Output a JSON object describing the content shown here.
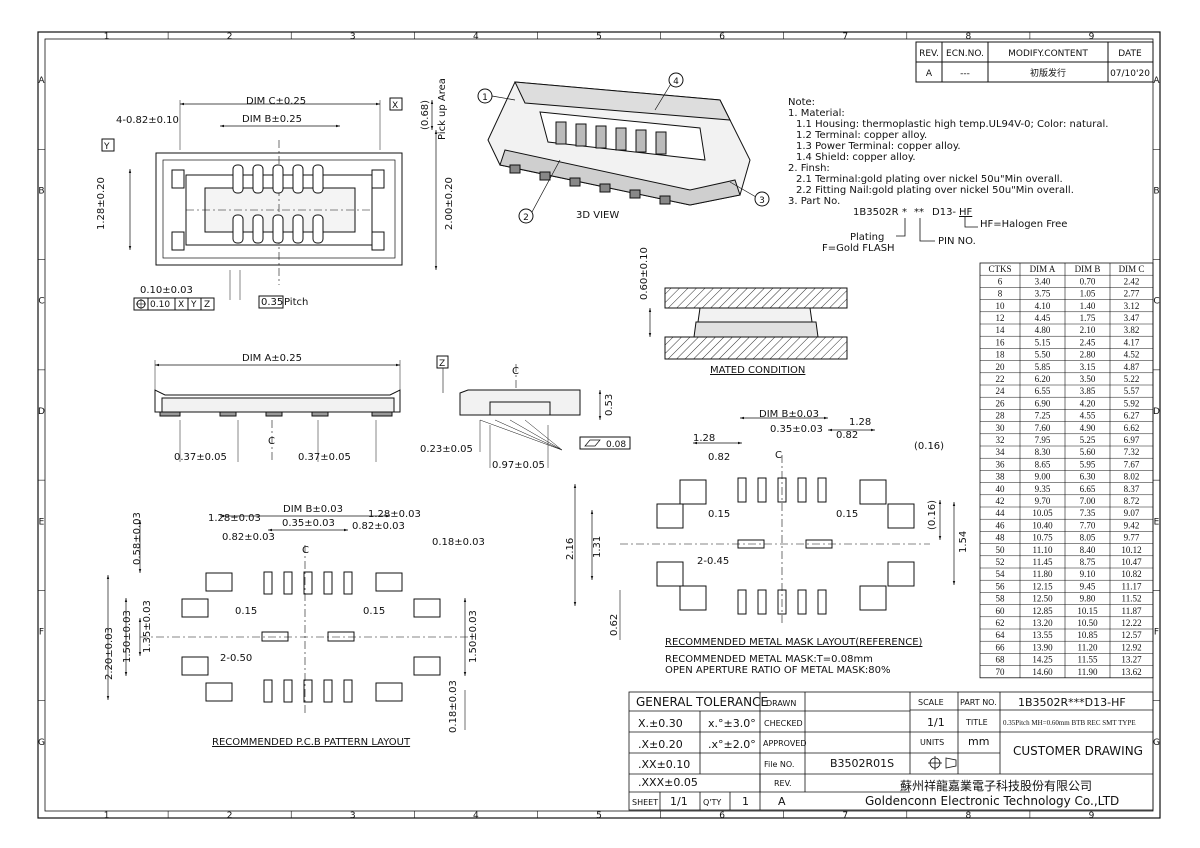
{
  "border": {
    "cols": [
      "1",
      "2",
      "3",
      "4",
      "5",
      "6",
      "7",
      "8",
      "9"
    ],
    "rows": [
      "A",
      "B",
      "C",
      "D",
      "E",
      "F",
      "G"
    ]
  },
  "revision": {
    "headers": [
      "REV.",
      "ECN.NO.",
      "MODIFY.CONTENT",
      "DATE"
    ],
    "row": [
      "A",
      "---",
      "初版发行",
      "07/10'20"
    ]
  },
  "notes": {
    "lines": [
      "Note:",
      "1. Material:",
      "1.1 Housing: thermoplastic high temp.UL94V-0; Color: natural.",
      "1.2 Terminal: copper alloy.",
      "1.3 Power Terminal: copper alloy.",
      "1.4 Shield: copper alloy.",
      "2. Finsh:",
      "2.1 Terminal:gold plating over nickel 50u\"Min overall.",
      "2.2 Fitting Nail:gold plating over nickel 50u\"Min overall.",
      "3. Part No."
    ],
    "part_code": "1B3502R",
    "part_stars1": "*",
    "part_stars2": "**",
    "part_suffix": "D13-",
    "part_hf": "HF",
    "hf_label": "HF=Halogen Free",
    "plating_label": "Plating",
    "plating_value": "F=Gold FLASH",
    "pin_label": "PIN NO."
  },
  "views": {
    "view3d": "3D VIEW",
    "balloons": [
      "1",
      "2",
      "3",
      "4"
    ],
    "mated": "MATED CONDITION",
    "pcb_title": "RECOMMENDED P.C.B PATTERN LAYOUT",
    "mask_title": "RECOMMENDED METAL MASK LAYOUT(REFERENCE)",
    "mask_note1": "RECOMMENDED METAL MASK:T=0.08mm",
    "mask_note2": "OPEN APERTURE RATIO OF METAL MASK:80%",
    "pickup": "Pick up Area"
  },
  "dims": {
    "top": {
      "dim_c": "DIM C±0.25",
      "dim_b": "DIM B±0.25",
      "pitch_off": "4-0.82±0.10",
      "h128": "1.28±0.20",
      "h200": "2.00±0.20",
      "p068": "(0.68)",
      "w010": "0.10±0.03",
      "pitch": "0.35",
      "pitch_label": "Pitch",
      "datum_x": "X",
      "datum_y": "Y",
      "gtol": [
        "0.10",
        "X",
        "Y",
        "Z"
      ]
    },
    "side": {
      "dim_a": "DIM A±0.25",
      "l037": "0.37±0.05",
      "r037": "0.37±0.05",
      "datum_z": "Z",
      "h053": "0.53",
      "d023": "0.23±0.05",
      "d097": "0.97±0.05",
      "flat": "0.08",
      "cl": "C"
    },
    "mated_h": "0.60±0.10",
    "pcb": {
      "dim_b": "DIM B±0.03",
      "w128": "1.28±0.03",
      "w128r": "1.28±0.03",
      "w035": "0.35±0.03",
      "w082l": "0.82±0.03",
      "w082r": "0.82±0.03",
      "w018t": "0.18±0.03",
      "v058": "0.58±0.03",
      "v220": "2.20±0.03",
      "v150": "1.50±0.03",
      "v135": "1.35±0.03",
      "v150r": "1.50±0.03",
      "v018b": "0.18±0.03",
      "g015l": "0.15",
      "g015r": "0.15",
      "s250": "2-0.50"
    },
    "mask": {
      "dim_b": "DIM B±0.03",
      "w128l": "1.28",
      "w128r": "1.28",
      "w035": "0.35±0.03",
      "w082l": "0.82",
      "w082r": "0.82",
      "w016t": "(0.16)",
      "w016r": "(0.16)",
      "v216": "2.16",
      "v131": "1.31",
      "v154": "1.54",
      "v062": "0.62",
      "g015l": "0.15",
      "g015r": "0.15",
      "s245": "2-0.45"
    }
  },
  "ctks": {
    "headers": [
      "CTKS",
      "DIM A",
      "DIM B",
      "DIM C"
    ],
    "rows": [
      [
        "6",
        "3.40",
        "0.70",
        "2.42"
      ],
      [
        "8",
        "3.75",
        "1.05",
        "2.77"
      ],
      [
        "10",
        "4.10",
        "1.40",
        "3.12"
      ],
      [
        "12",
        "4.45",
        "1.75",
        "3.47"
      ],
      [
        "14",
        "4.80",
        "2.10",
        "3.82"
      ],
      [
        "16",
        "5.15",
        "2.45",
        "4.17"
      ],
      [
        "18",
        "5.50",
        "2.80",
        "4.52"
      ],
      [
        "20",
        "5.85",
        "3.15",
        "4.87"
      ],
      [
        "22",
        "6.20",
        "3.50",
        "5.22"
      ],
      [
        "24",
        "6.55",
        "3.85",
        "5.57"
      ],
      [
        "26",
        "6.90",
        "4.20",
        "5.92"
      ],
      [
        "28",
        "7.25",
        "4.55",
        "6.27"
      ],
      [
        "30",
        "7.60",
        "4.90",
        "6.62"
      ],
      [
        "32",
        "7.95",
        "5.25",
        "6.97"
      ],
      [
        "34",
        "8.30",
        "5.60",
        "7.32"
      ],
      [
        "36",
        "8.65",
        "5.95",
        "7.67"
      ],
      [
        "38",
        "9.00",
        "6.30",
        "8.02"
      ],
      [
        "40",
        "9.35",
        "6.65",
        "8.37"
      ],
      [
        "42",
        "9.70",
        "7.00",
        "8.72"
      ],
      [
        "44",
        "10.05",
        "7.35",
        "9.07"
      ],
      [
        "46",
        "10.40",
        "7.70",
        "9.42"
      ],
      [
        "48",
        "10.75",
        "8.05",
        "9.77"
      ],
      [
        "50",
        "11.10",
        "8.40",
        "10.12"
      ],
      [
        "52",
        "11.45",
        "8.75",
        "10.47"
      ],
      [
        "54",
        "11.80",
        "9.10",
        "10.82"
      ],
      [
        "56",
        "12.15",
        "9.45",
        "11.17"
      ],
      [
        "58",
        "12.50",
        "9.80",
        "11.52"
      ],
      [
        "60",
        "12.85",
        "10.15",
        "11.87"
      ],
      [
        "62",
        "13.20",
        "10.50",
        "12.22"
      ],
      [
        "64",
        "13.55",
        "10.85",
        "12.57"
      ],
      [
        "66",
        "13.90",
        "11.20",
        "12.92"
      ],
      [
        "68",
        "14.25",
        "11.55",
        "13.27"
      ],
      [
        "70",
        "14.60",
        "11.90",
        "13.62"
      ]
    ]
  },
  "titleblock": {
    "gen_tol": "GENERAL TOLERANCE",
    "tol1": "X.±0.30",
    "tol1a": "x.°±3.0°",
    "tol2": ".X±0.20",
    "tol2a": ".x°±2.0°",
    "tol3": ".XX±0.10",
    "tol4": ".XXX±0.05",
    "drawn": "DRAWN",
    "checked": "CHECKED",
    "approved": "APPROVED",
    "file_no": "File NO.",
    "file_val": "B3502R01S",
    "rev": "REV.",
    "rev_val": "A",
    "sheet": "SHEET",
    "sheet_val": "1/1",
    "qty": "Q'TY",
    "qty_val": "1",
    "scale": "SCALE",
    "scale_val": "1/1",
    "units": "UNITS",
    "units_val": "mm",
    "part_no": "PART NO.",
    "part_val": "1B3502R***D13-HF",
    "title": "TITLE",
    "title_val": "0.35Pitch MH=0.60mm BTB REC SMT TYPE",
    "customer": "CUSTOMER DRAWING",
    "company_cn": "蘇州祥龍嘉業電子科技股份有限公司",
    "company_en": "Goldenconn Electronic Technology Co.,LTD"
  }
}
